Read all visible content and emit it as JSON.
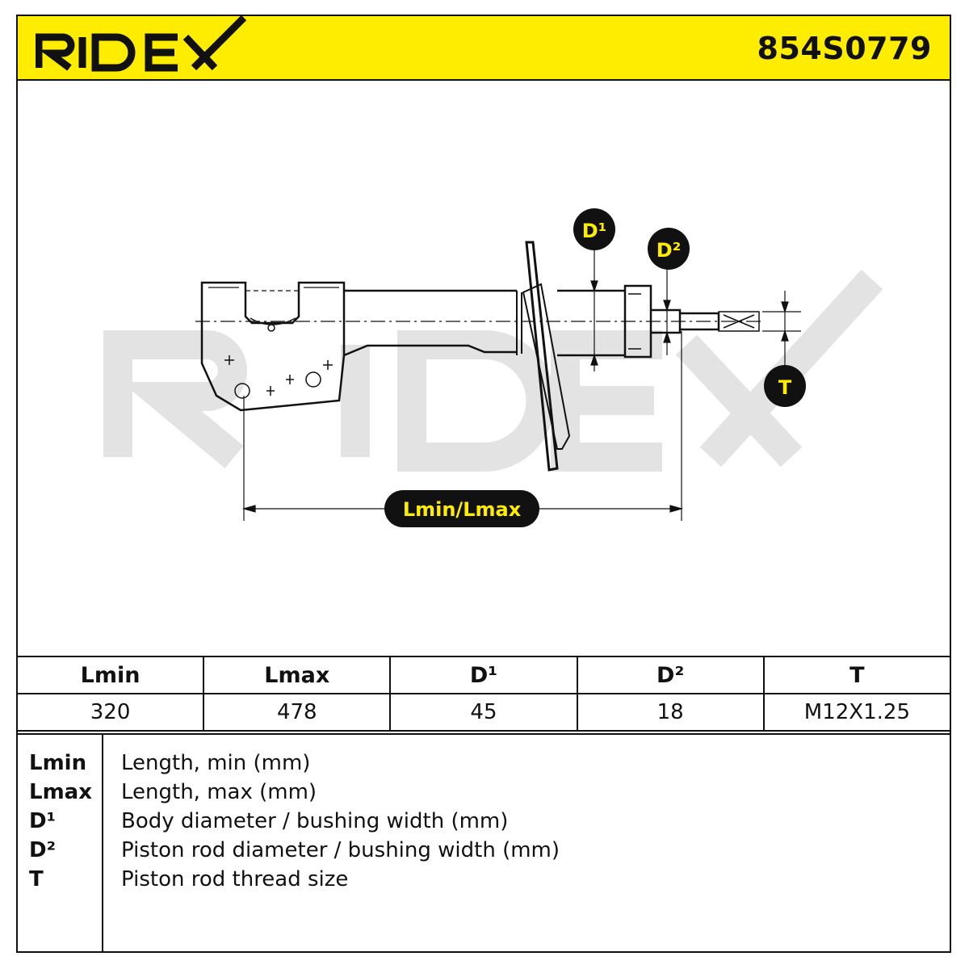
{
  "header": {
    "brand": "RIDEX",
    "part_number": "854S0779"
  },
  "diagram": {
    "watermark": "RIDEX",
    "labels": {
      "d1": "D¹",
      "d2": "D²",
      "t": "T",
      "length": "Lmin/Lmax"
    },
    "colors": {
      "accent": "#ffed00",
      "line": "#111111",
      "watermark": "#e3e3e3"
    }
  },
  "spec_table": {
    "headers": [
      "Lmin",
      "Lmax",
      "D¹",
      "D²",
      "T"
    ],
    "values": [
      "320",
      "478",
      "45",
      "18",
      "M12X1.25"
    ]
  },
  "legend": {
    "items": [
      {
        "key": "Lmin",
        "desc": "Length, min (mm)"
      },
      {
        "key": "Lmax",
        "desc": "Length, max (mm)"
      },
      {
        "key": "D¹",
        "desc": "Body diameter / bushing width (mm)"
      },
      {
        "key": "D²",
        "desc": "Piston rod diameter / bushing width (mm)"
      },
      {
        "key": "T",
        "desc": "Piston rod thread size"
      }
    ]
  }
}
